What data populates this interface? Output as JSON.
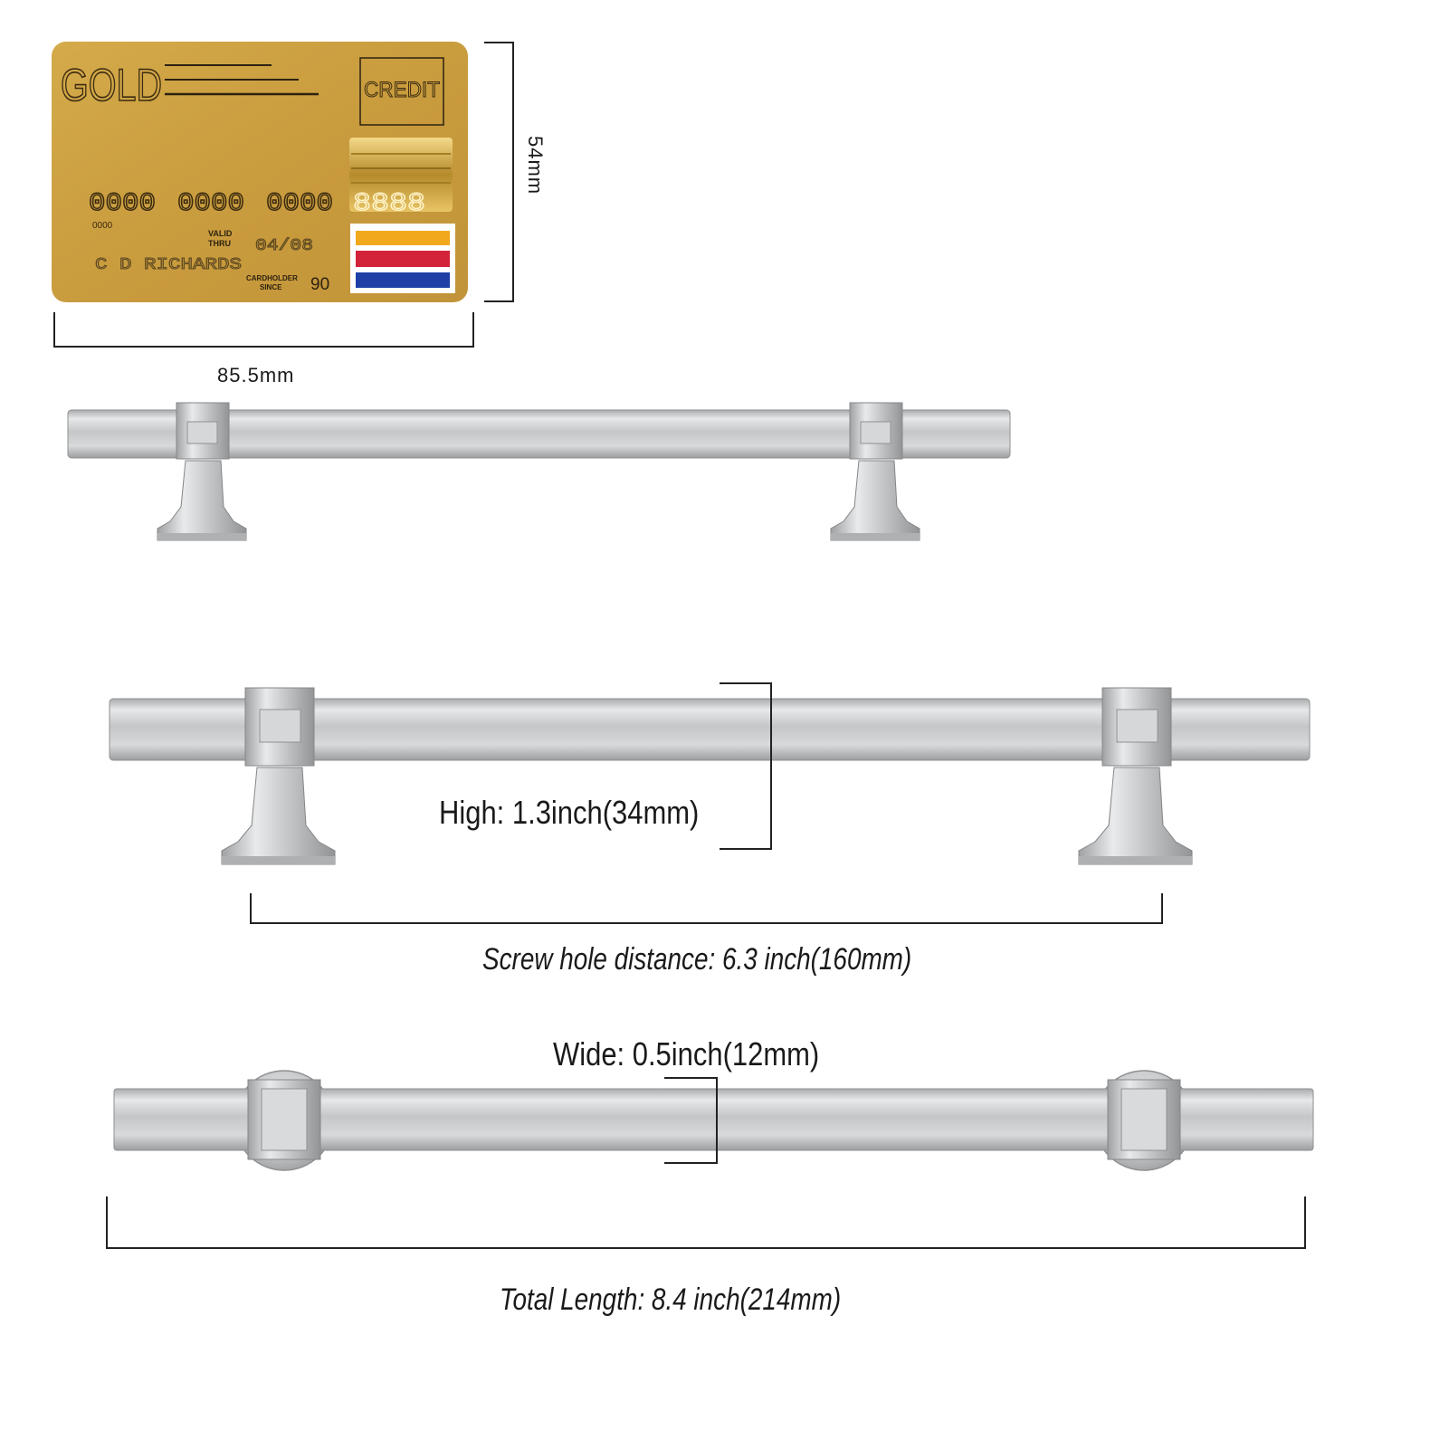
{
  "credit_card": {
    "brand": "GOLD",
    "type_label": "CREDIT",
    "number_groups": [
      "0000",
      "0000",
      "0000"
    ],
    "chip_digits": "8888",
    "small_number": "0000",
    "valid_thru_label_1": "VALID",
    "valid_thru_label_2": "THRU",
    "valid_thru_value": "04/08",
    "holder_name": "C D RICHARDS",
    "holder_since_label_1": "CARDHOLDER",
    "holder_since_label_2": "SINCE",
    "holder_since_value": "90",
    "colors": {
      "card": "#c9a040",
      "stripe_yellow": "#f2a81c",
      "stripe_red": "#d2233a",
      "stripe_blue": "#1d3fa6"
    }
  },
  "dimensions": {
    "card_height": "54mm",
    "card_width": "85.5mm",
    "high": "High: 1.3inch(34mm)",
    "screw_hole_distance": "Screw hole distance: 6.3 inch(160mm)",
    "wide": "Wide: 0.5inch(12mm)",
    "total_length": "Total Length: 8.4 inch(214mm)"
  },
  "product": {
    "finish_color": "#c4c6c8",
    "views": [
      "front-view",
      "front-view-large",
      "top-view"
    ]
  }
}
